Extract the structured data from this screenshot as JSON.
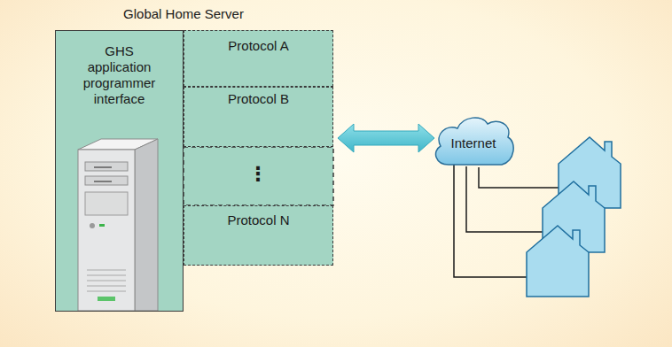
{
  "diagram": {
    "nodes": [
      {
        "text": [
          "Global Home Server"
        ]
      },
      {
        "text": [
          "GHS application programmer interface"
        ],
        "in": 0
      },
      {
        "text": [
          "Protocol A"
        ],
        "in": 0
      },
      {
        "text": [
          "Protocol B"
        ],
        "in": 0
      },
      {
        "text": [
          "Protocol N"
        ],
        "in": 0
      },
      {
        "text": [
          "Internet"
        ]
      }
    ],
    "edges": [
      {
        "from": 3,
        "to": 5,
        "arrow": "both"
      }
    ],
    "labels": [
      "⋮"
    ]
  }
}
